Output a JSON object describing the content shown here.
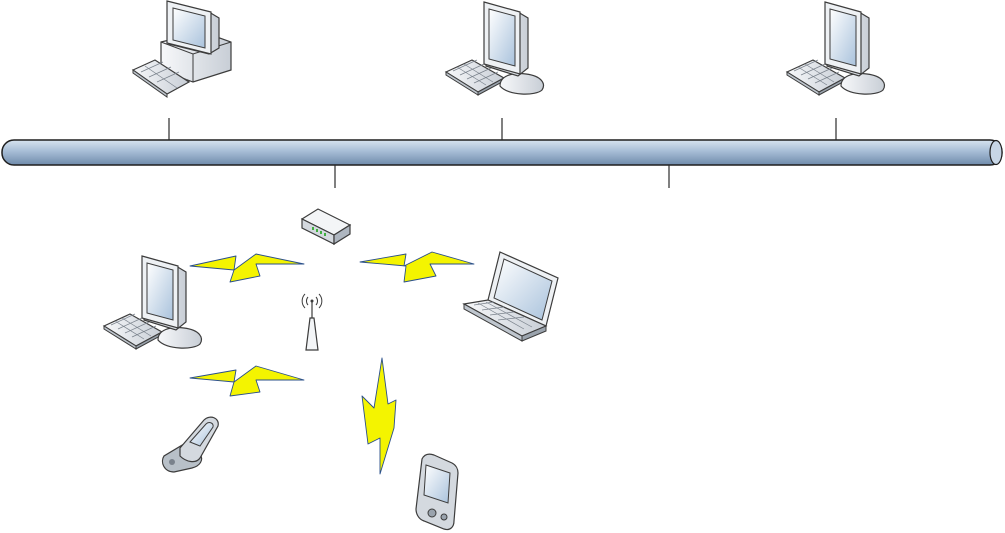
{
  "diagram": {
    "type": "network-topology",
    "labels": [],
    "colors": {
      "backbone_fill": "#a7bdd6",
      "backbone_stroke": "#1f1f1f",
      "drop_line": "#2b2b2b",
      "lightning_fill": "#f4f400",
      "lightning_edge": "#2a4f8a",
      "device_body": "#e9edf1",
      "device_stroke": "#3c3c3c",
      "screen_fill": "#bcd3ea"
    },
    "nodes": [
      {
        "id": "desktop-tower-1",
        "icon": "desktop-tower-icon",
        "connection": "wired"
      },
      {
        "id": "workstation-2",
        "icon": "workstation-icon",
        "connection": "wired"
      },
      {
        "id": "workstation-3",
        "icon": "workstation-icon",
        "connection": "wired"
      },
      {
        "id": "wireless-router",
        "icon": "router-icon",
        "connection": "wired"
      },
      {
        "id": "access-point",
        "icon": "wireless-access-point-icon",
        "connection": "wired"
      },
      {
        "id": "workstation-wireless",
        "icon": "workstation-icon",
        "connection": "wireless"
      },
      {
        "id": "laptop",
        "icon": "laptop-icon",
        "connection": "wireless"
      },
      {
        "id": "cell-phone",
        "icon": "cell-phone-icon",
        "connection": "wireless"
      },
      {
        "id": "pda",
        "icon": "pda-icon",
        "connection": "wireless"
      }
    ],
    "links": [
      {
        "from": "desktop-tower-1",
        "to": "backbone",
        "type": "wired"
      },
      {
        "from": "workstation-2",
        "to": "backbone",
        "type": "wired"
      },
      {
        "from": "workstation-3",
        "to": "backbone",
        "type": "wired"
      },
      {
        "from": "wireless-router",
        "to": "backbone",
        "type": "wired"
      },
      {
        "from": "empty-drop",
        "to": "backbone",
        "type": "wired"
      },
      {
        "from": "access-point",
        "to": "workstation-wireless",
        "type": "wireless"
      },
      {
        "from": "access-point",
        "to": "laptop",
        "type": "wireless"
      },
      {
        "from": "access-point",
        "to": "cell-phone",
        "type": "wireless"
      },
      {
        "from": "access-point",
        "to": "pda",
        "type": "wireless"
      }
    ]
  }
}
